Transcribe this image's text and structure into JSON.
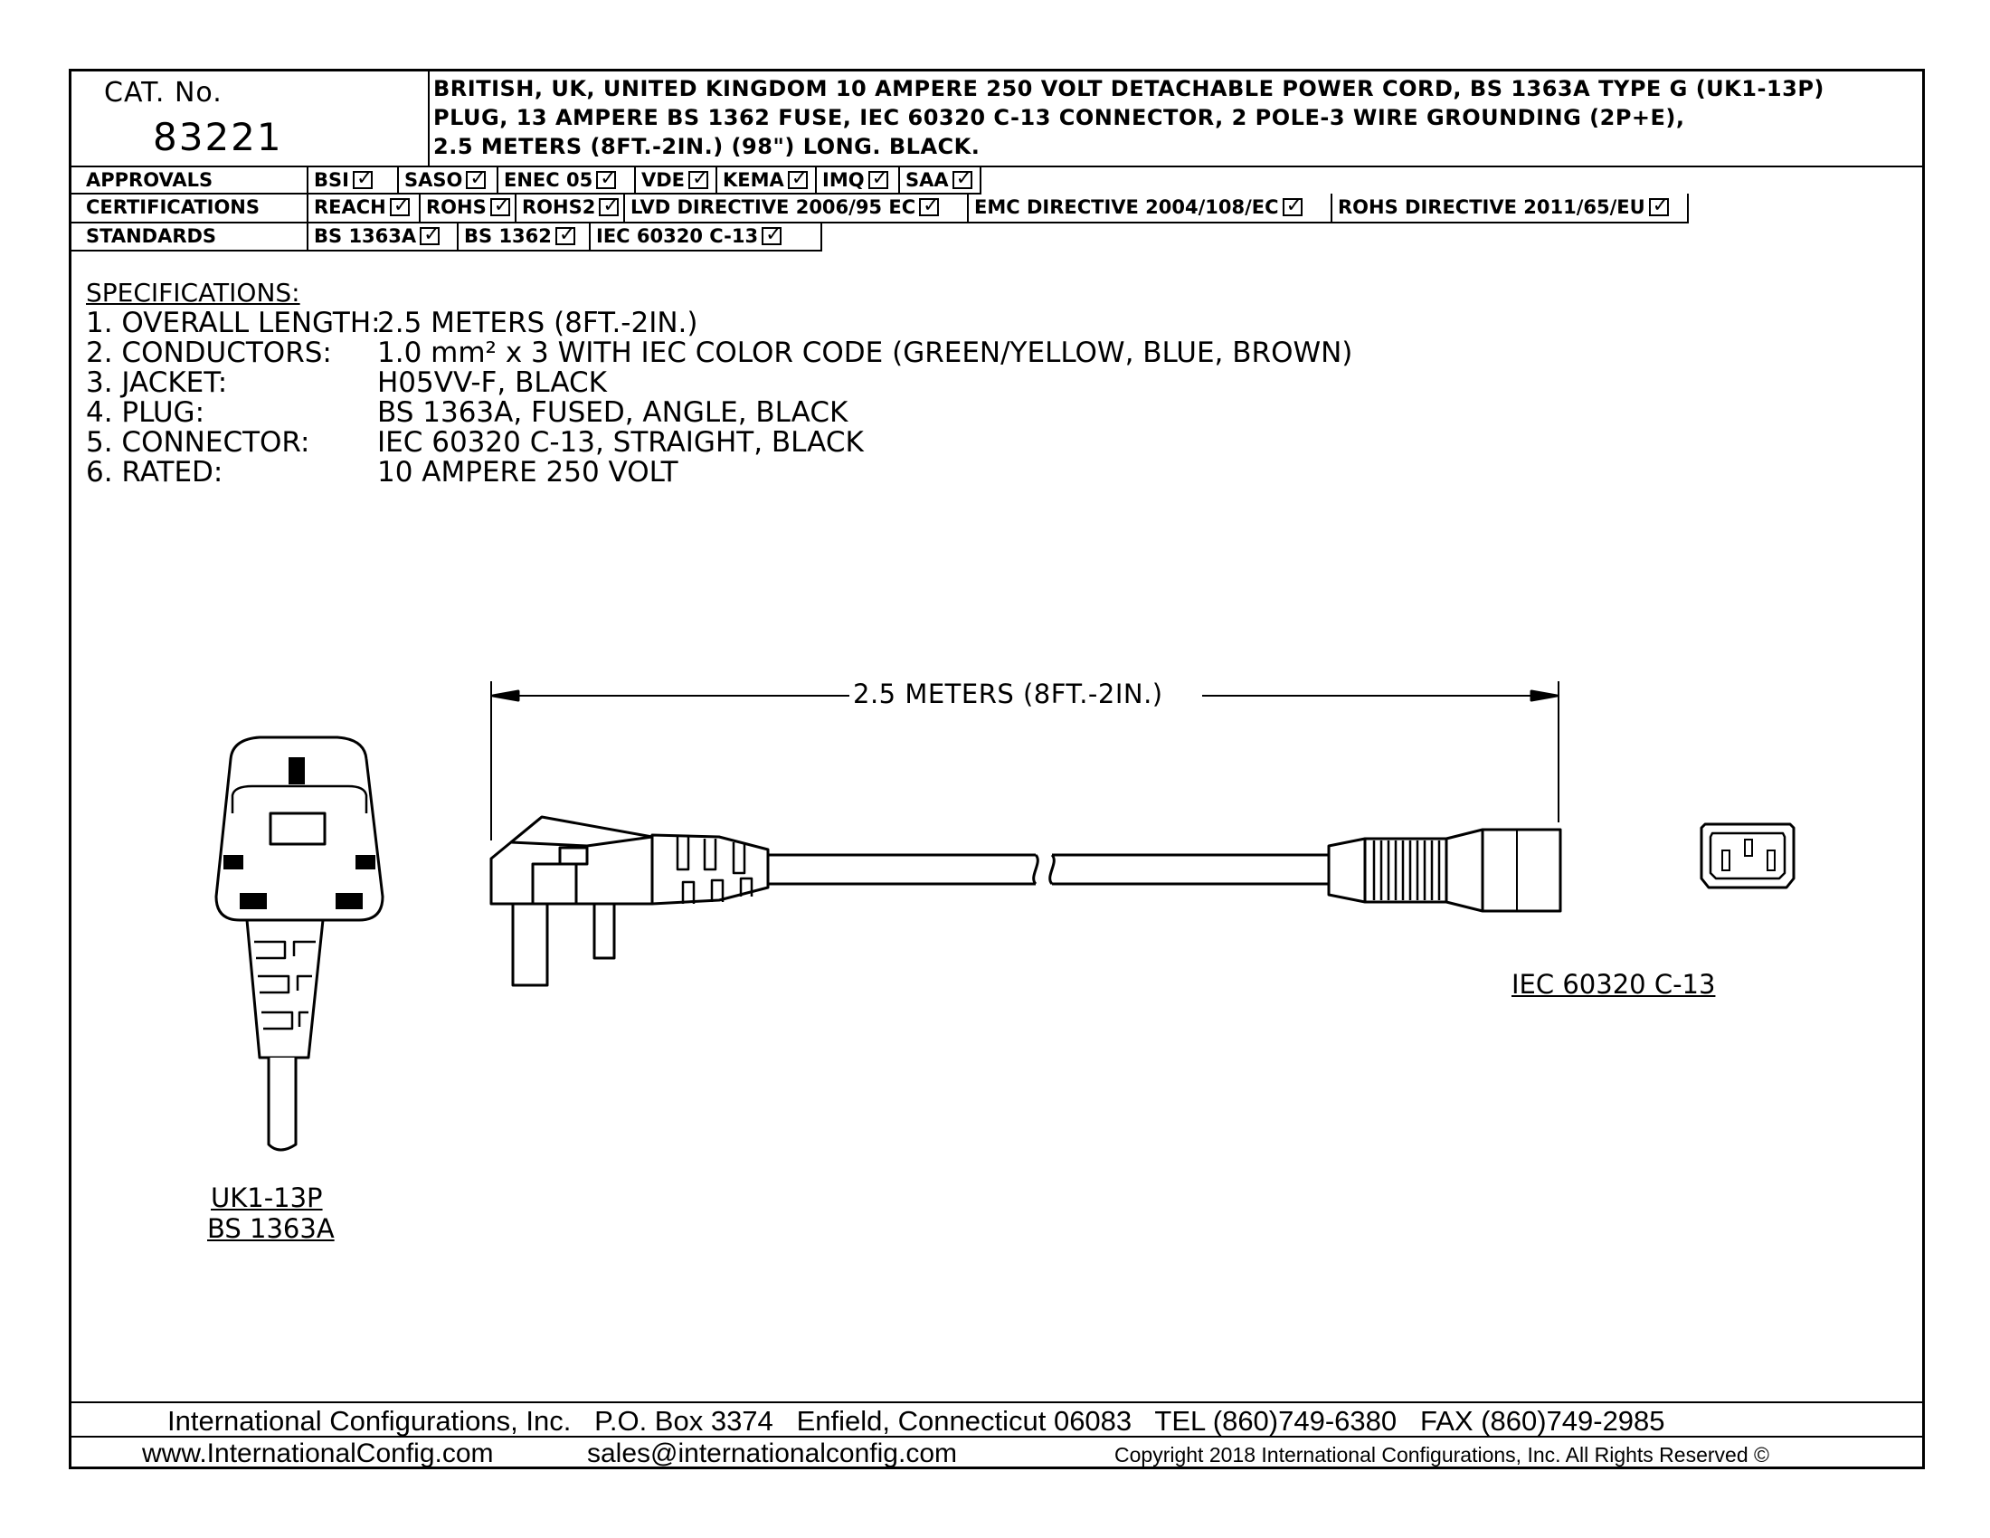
{
  "header": {
    "cat_label": "CAT. No.",
    "cat_number": "83221",
    "description": [
      "BRITISH, UK, UNITED KINGDOM 10 AMPERE 250 VOLT DETACHABLE POWER CORD, BS 1363A TYPE G (UK1-13P)",
      "PLUG, 13 AMPERE BS 1362 FUSE, IEC 60320 C-13 CONNECTOR, 2 POLE-3 WIRE GROUNDING (2P+E),",
      "2.5 METERS (8FT.-2IN.) (98\") LONG. BLACK."
    ]
  },
  "approvals": {
    "label": "APPROVALS",
    "items": [
      "BSI",
      "SASO",
      "ENEC 05",
      "VDE",
      "KEMA",
      "IMQ",
      "SAA"
    ]
  },
  "certifications": {
    "label": "CERTIFICATIONS",
    "items": [
      "REACH",
      "ROHS",
      "ROHS2",
      "LVD DIRECTIVE 2006/95 EC",
      "EMC DIRECTIVE 2004/108/EC",
      "ROHS DIRECTIVE 2011/65/EU"
    ]
  },
  "standards": {
    "label": "STANDARDS",
    "items": [
      "BS 1363A",
      "BS 1362",
      "IEC 60320 C-13"
    ]
  },
  "specifications": {
    "title": "SPECIFICATIONS:",
    "items": [
      {
        "label": "1. OVERALL LENGTH:",
        "value": "2.5 METERS (8FT.-2IN.)"
      },
      {
        "label": "2. CONDUCTORS:",
        "value": "1.0 mm² x 3 WITH IEC COLOR CODE (GREEN/YELLOW, BLUE, BROWN)"
      },
      {
        "label": "3. JACKET:",
        "value": "H05VV-F, BLACK"
      },
      {
        "label": "4. PLUG:",
        "value": "BS 1363A, FUSED, ANGLE, BLACK"
      },
      {
        "label": "5. CONNECTOR:",
        "value": "IEC 60320 C-13, STRAIGHT, BLACK"
      },
      {
        "label": "6. RATED:",
        "value": "10 AMPERE 250 VOLT"
      }
    ]
  },
  "drawing": {
    "dimension_label": "2.5 METERS (8FT.-2IN.)",
    "connector_label": "IEC 60320 C-13",
    "plug_label_1": "UK1-13P",
    "plug_label_2": "BS 1363A"
  },
  "footer": {
    "company_line": "International Configurations, Inc.   P.O. Box 3374   Enfield, Connecticut 06083   TEL (860)749-6380   FAX (860)749-2985",
    "website": "www.InternationalConfig.com",
    "email": "sales@internationalconfig.com",
    "copyright": "Copyright 2018 International Configurations, Inc. All Rights Reserved ©"
  }
}
